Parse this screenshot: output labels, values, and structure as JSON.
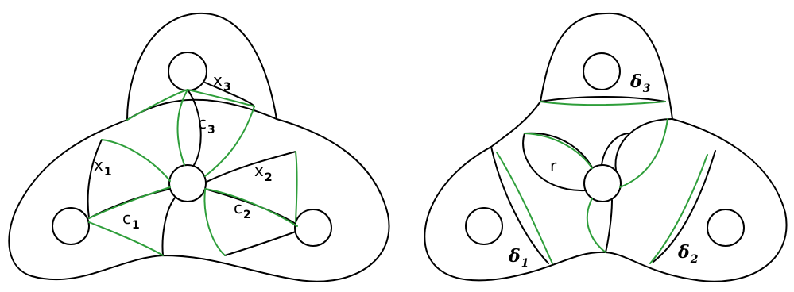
{
  "left_figure": {
    "labels": {
      "x1": {
        "base": "x",
        "sub": "1"
      },
      "x2": {
        "base": "x",
        "sub": "2"
      },
      "x3": {
        "base": "x",
        "sub": "3"
      },
      "c1": {
        "base": "c",
        "sub": "1"
      },
      "c2": {
        "base": "c",
        "sub": "2"
      },
      "c3": {
        "base": "c",
        "sub": "3"
      }
    }
  },
  "right_figure": {
    "labels": {
      "delta1": {
        "base": "δ",
        "sub": "1"
      },
      "delta2": {
        "base": "δ",
        "sub": "2"
      },
      "delta3": {
        "base": "δ",
        "sub": "3"
      },
      "r": "r"
    }
  },
  "colors": {
    "outline": "#000000",
    "curves": "#2e9e3a"
  }
}
